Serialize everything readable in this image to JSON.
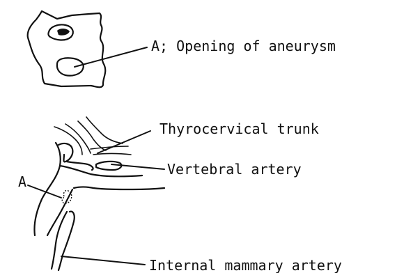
{
  "diagram": {
    "top_view": {
      "label": "A; Opening of aneurysm"
    },
    "bottom_view": {
      "label_a": "A",
      "label_thyrocervical": "Thyrocervical trunk",
      "label_vertebral": "Vertebral artery",
      "label_internal_mammary": "Internal mammary artery"
    }
  }
}
